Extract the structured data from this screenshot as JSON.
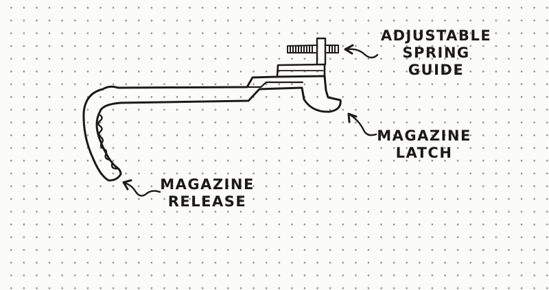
{
  "annotations": {
    "spring_guide": {
      "line1": "ADJUSTABLE",
      "line2": "SPRING",
      "line3": "GUIDE"
    },
    "latch": {
      "line1": "MAGAZINE",
      "line2": "LATCH"
    },
    "release": {
      "line1": "MAGAZINE",
      "line2": "RELEASE"
    }
  },
  "colors": {
    "ink": "#1c1a19",
    "paper": "#fbfbfa",
    "grid_dots": "#8a8a8a"
  }
}
